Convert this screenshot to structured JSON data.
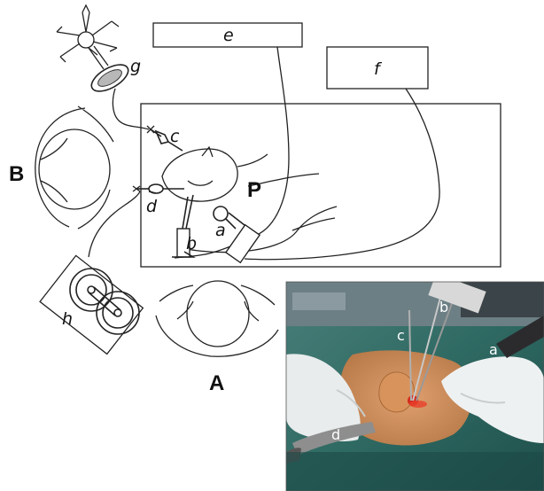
{
  "diagram": {
    "boxes": {
      "e": "e",
      "f": "f"
    },
    "instrument_labels": {
      "a": "a",
      "b": "b",
      "c": "c",
      "d": "d",
      "g": "g",
      "h": "h"
    },
    "positions": {
      "P": "P",
      "A": "A",
      "B": "B"
    }
  },
  "photo": {
    "labels": {
      "a": "a",
      "b": "b",
      "c": "c",
      "d": "d"
    }
  }
}
